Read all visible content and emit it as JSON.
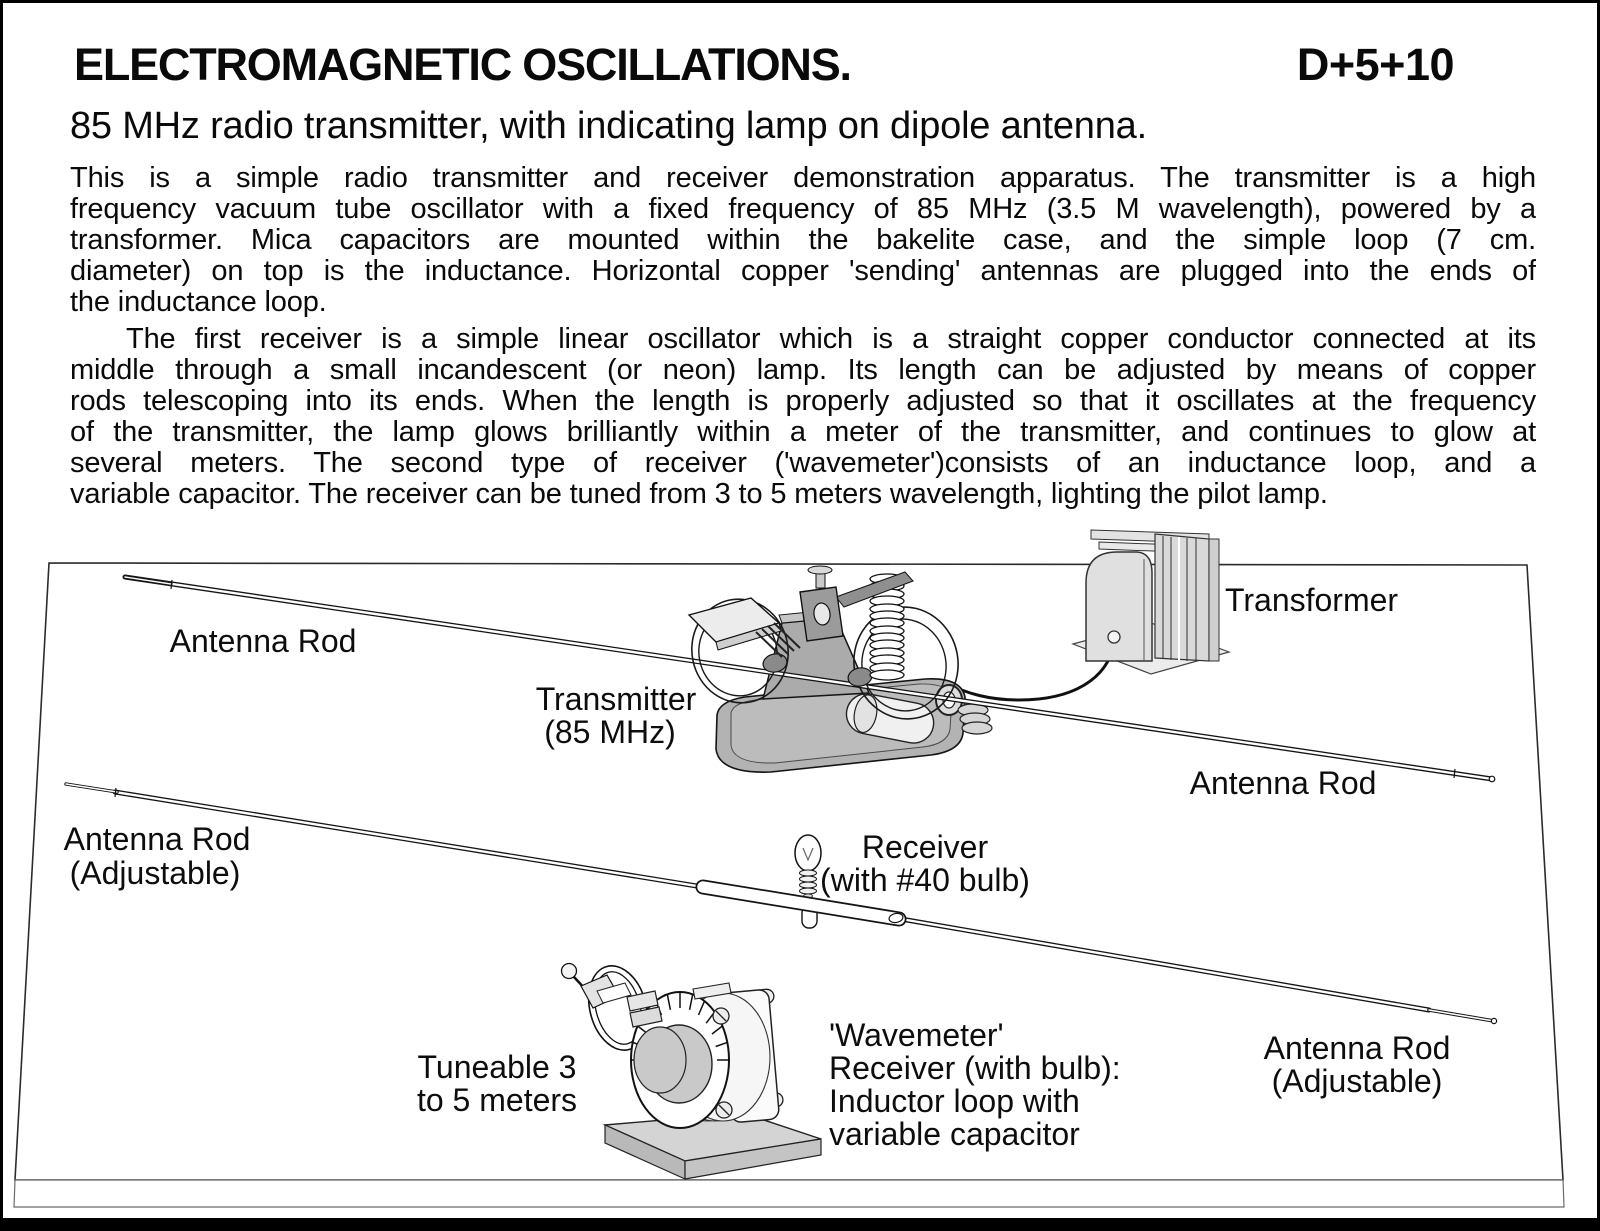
{
  "header": {
    "title": "ELECTROMAGNETIC OSCILLATIONS.",
    "code": "D+5+10"
  },
  "subtitle": "85 MHz radio transmitter, with indicating lamp on dipole antenna.",
  "body": {
    "p1": [
      "This is a simple radio transmitter and receiver demonstration apparatus. The transmitter is a high",
      "frequency vacuum tube oscillator with a fixed frequency of 85 MHz (3.5 M wavelength), powered by a",
      "transformer.  Mica capacitors are mounted within the bakelite case, and the simple  loop (7 cm.",
      "diameter) on top is the inductance.  Horizontal copper 'sending' antennas are plugged into the ends of",
      "the inductance loop."
    ],
    "p2": [
      "The first receiver is a simple linear oscillator which is a straight copper conductor connected at its",
      "middle through a small incandescent (or neon) lamp. Its length can be adjusted by means of copper",
      "rods telescoping into its ends. When the length is properly adjusted so that it oscillates at the frequency",
      "of the transmitter, the lamp glows brilliantly within a meter of the transmitter, and continues to glow at",
      "several meters.  The second type of receiver ('wavemeter')consists of  an inductance loop, and a",
      "variable capacitor.  The receiver can be tuned from 3 to 5 meters wavelength, lighting the pilot lamp."
    ]
  },
  "diagram": {
    "labels": {
      "antenna_rod_top": "Antenna Rod",
      "transmitter_line1": "Transmitter",
      "transmitter_line2": "(85 MHz)",
      "transformer": "Transformer",
      "antenna_rod_right": "Antenna Rod",
      "antenna_rod_adj_left_line1": "Antenna Rod",
      "antenna_rod_adj_left_line2": "(Adjustable)",
      "receiver_line1": "Receiver",
      "receiver_line2": "(with #40 bulb)",
      "tuneable_line1": "Tuneable 3",
      "tuneable_line2": "to 5 meters",
      "wavemeter_line1": "'Wavemeter'",
      "wavemeter_line2": "Receiver (with bulb):",
      "wavemeter_line3": "Inductor loop with",
      "wavemeter_line4": "variable capacitor",
      "antenna_rod_adj_right_line1": "Antenna Rod",
      "antenna_rod_adj_right_line2": "(Adjustable)"
    },
    "colors": {
      "ink": "#111111",
      "device_gray": "#b3b3b3",
      "case_gray": "#ababab",
      "light_gray": "#e0e0e0",
      "plate_gray": "#d4d4d4"
    }
  }
}
